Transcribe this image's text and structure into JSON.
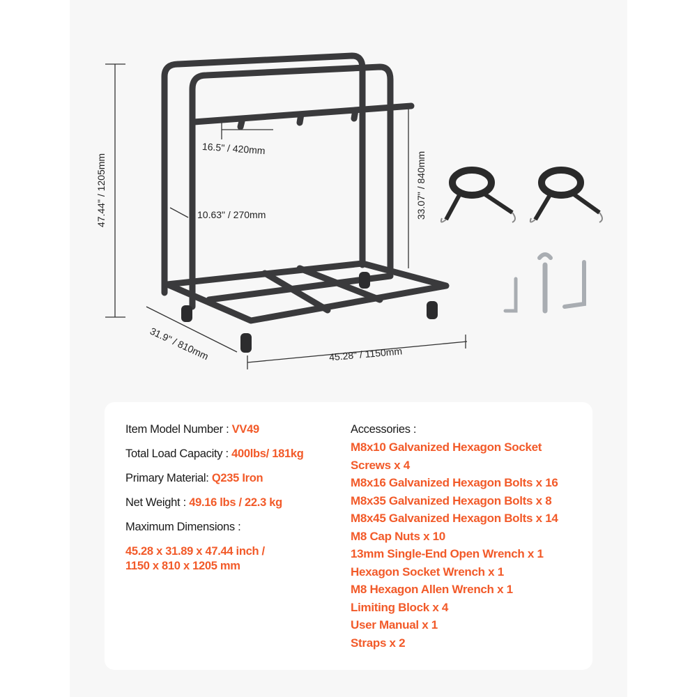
{
  "dimensions": {
    "height": "47.44\" / 1205mm",
    "hook_spacing": "16.5\" / 420mm",
    "side_gap": "10.63\" / 270mm",
    "inner_height": "33.07\" / 840mm",
    "depth": "31.9\" / 810mm",
    "width": "45.28\" / 1150mm"
  },
  "specs": {
    "model_label": "Item Model Number :",
    "model_value": "VV49",
    "load_label": "Total Load Capacity :",
    "load_value": "400lbs/ 181kg",
    "material_label": "Primary Material:",
    "material_value": "Q235 Iron",
    "weight_label": "Net Weight :",
    "weight_value": "49.16 lbs / 22.3 kg",
    "dims_label": "Maximum Dimensions :",
    "dims_value_line1": "45.28 x 31.89 x 47.44 inch /",
    "dims_value_line2": "1150 x 810 x 1205 mm"
  },
  "accessories": {
    "label": "Accessories :",
    "items": [
      "M8x10 Galvanized Hexagon Socket",
      "Screws x 4",
      "M8x16 Galvanized Hexagon Bolts x 16",
      "M8x35 Galvanized Hexagon Bolts x 8",
      "M8x45 Galvanized Hexagon Bolts x 14",
      "M8 Cap Nuts x 10",
      "13mm Single-End Open Wrench x 1",
      "Hexagon Socket Wrench x 1",
      "M8 Hexagon Allen Wrench x 1",
      "Limiting Block x 4",
      "User Manual x 1",
      "Straps x 2"
    ]
  },
  "colors": {
    "accent": "#f25a29",
    "frame": "#3a3a3c",
    "panel": "#f7f7f7"
  }
}
